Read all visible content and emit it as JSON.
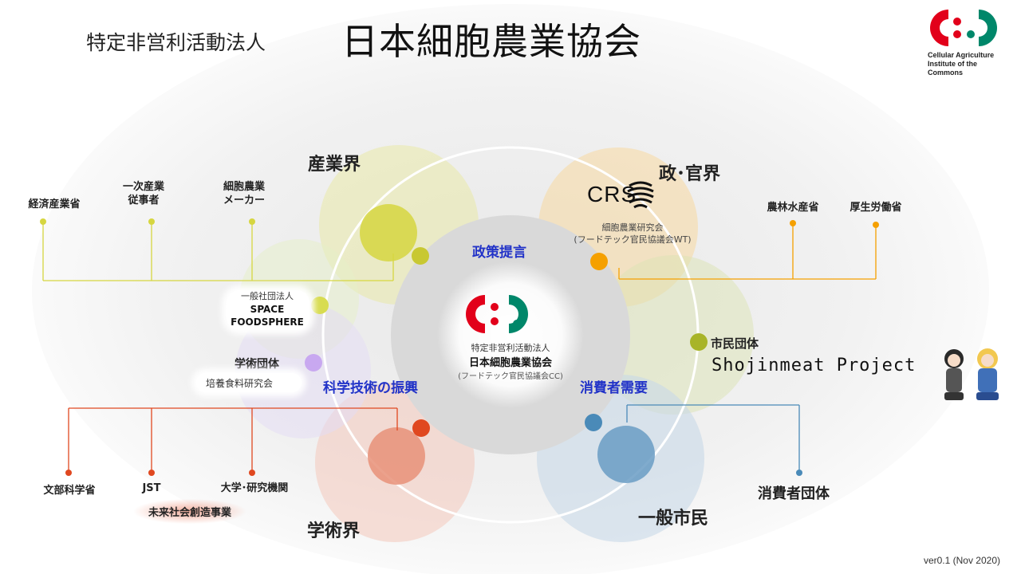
{
  "header": {
    "subtitle": "特定非営利活動法人",
    "title": "日本細胞農業協会"
  },
  "logo": {
    "line1": "Cellular Agriculture",
    "line2": "Institute of the Commons",
    "colors": {
      "red": "#e2001a",
      "green": "#00876a"
    }
  },
  "sectors": {
    "industry": "産業界",
    "government": "政･官界",
    "academia": "学術界",
    "public": "一般市民"
  },
  "roles": {
    "policy": "政策提言",
    "science": "科学技術の振興",
    "consumer": "消費者需要"
  },
  "center": {
    "line1": "特定非営利活動法人",
    "line2": "日本細胞農業協会",
    "line3": "(フードテック官民協議会CC)"
  },
  "crs": {
    "logo_text": "CRS",
    "name": "細胞農業研究会",
    "sub": "(フードテック官民協議会WT)"
  },
  "industry_items": {
    "meti": "経済産業省",
    "primary_l1": "一次産業",
    "primary_l2": "従事者",
    "maker_l1": "細胞農業",
    "maker_l2": "メーカー"
  },
  "space": {
    "l1": "一般社団法人",
    "l2": "SPACE",
    "l3": "FOODSPHERE"
  },
  "academic_group": {
    "label": "学術団体",
    "sub": "培養食料研究会"
  },
  "academia_items": {
    "mext": "文部科学省",
    "jst": "JST",
    "mirai": "未来社会創造事業",
    "univ": "大学･研究機関"
  },
  "gov_items": {
    "maff": "農林水産省",
    "mhlw": "厚生労働省"
  },
  "citizen": {
    "group": "市民団体",
    "shojinmeat": "Shojinmeat Project",
    "consumer_group": "消費者団体"
  },
  "footer": {
    "version": "ver0.1 (Nov 2020)"
  },
  "colors": {
    "industry": "#c8c832",
    "government": "#f5a000",
    "academia": "#e04820",
    "public": "#4a8ab8",
    "citizen": "#a8b428",
    "academic_group": "#c8a8f0",
    "role_text": "#2233c8"
  }
}
